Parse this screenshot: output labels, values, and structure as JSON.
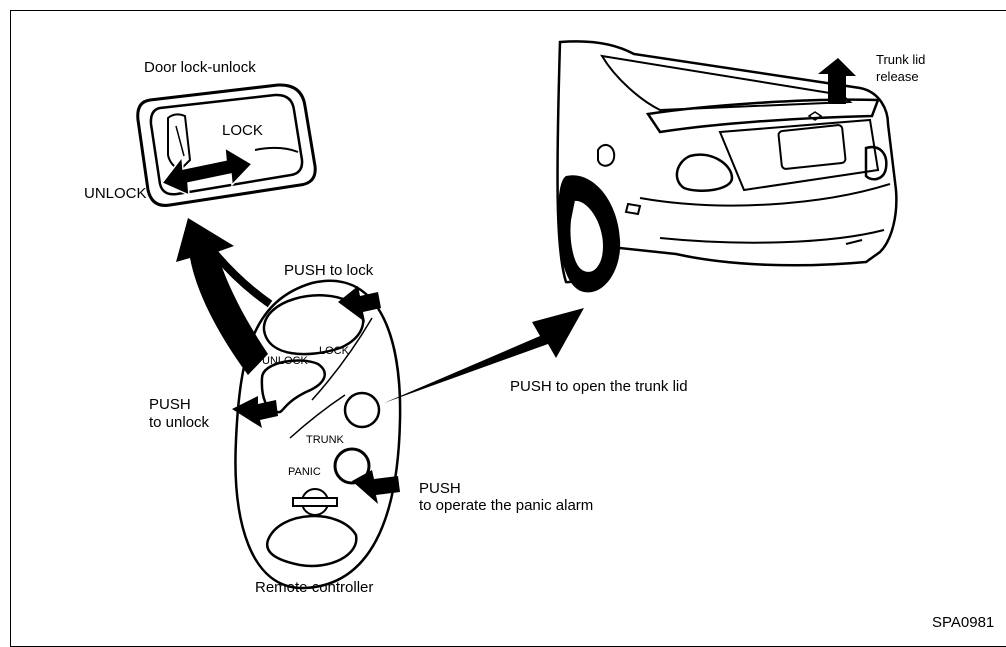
{
  "labels": {
    "door_lock_unlock": "Door lock-unlock",
    "lock_handle": "LOCK",
    "unlock_handle": "UNLOCK",
    "push_to_lock": "PUSH to lock",
    "lock_button": "LOCK",
    "unlock_button": "UNLOCK",
    "push_unlock_line1": "PUSH",
    "push_unlock_line2": "to unlock",
    "trunk_button": "TRUNK",
    "panic_button": "PANIC",
    "push_open_trunk": "PUSH to open the trunk lid",
    "push_panic_line1": "PUSH",
    "push_panic_line2": "to operate the panic alarm",
    "remote_controller": "Remote controller",
    "trunk_release_line1": "Trunk lid",
    "trunk_release_line2": "release",
    "figure_code": "SPA0981"
  },
  "colors": {
    "ink": "#000000",
    "paper": "#ffffff"
  }
}
